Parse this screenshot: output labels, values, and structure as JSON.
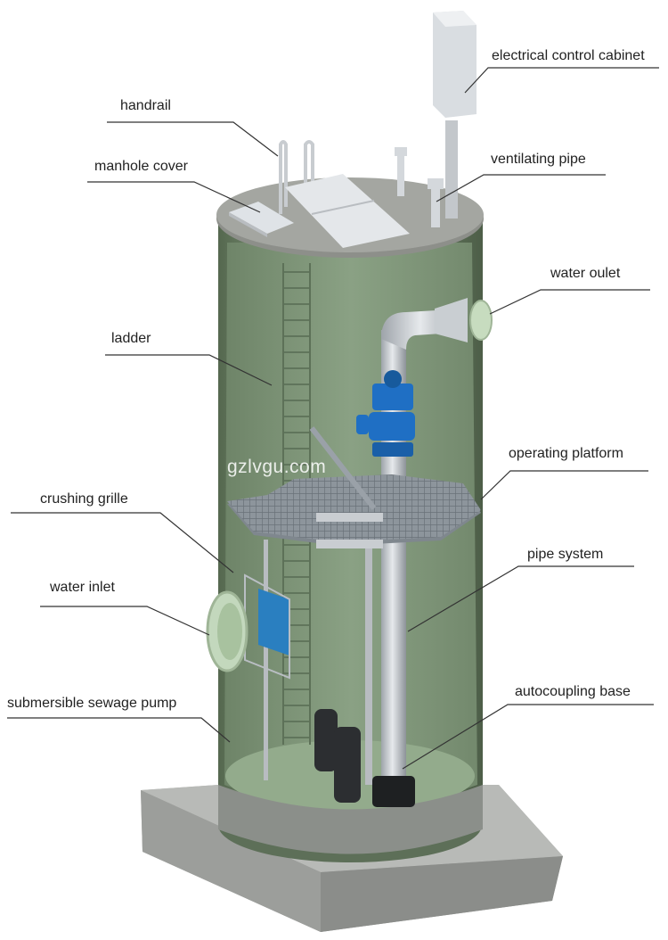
{
  "labels": {
    "electrical_control_cabinet": "electrical control cabinet",
    "handrail": "handrail",
    "ventilating_pipe": "ventilating pipe",
    "manhole_cover": "manhole cover",
    "water_outlet": "water oulet",
    "ladder": "ladder",
    "operating_platform": "operating platform",
    "crushing_grille": "crushing grille",
    "pipe_system": "pipe system",
    "water_inlet": "water inlet",
    "autocoupling_base": "autocoupling base",
    "submersible_sewage_pump": "submersible sewage pump"
  },
  "watermark": "gzlvgu.com",
  "colors": {
    "tank_wall": "#6f8469",
    "tank_interior": "#82997c",
    "lid": "#8f918c",
    "base_slab": "#a4a6a3",
    "valve_blue": "#1f6fc4",
    "grille_blue": "#2a7fc0",
    "pipe_gray": "#c7cbcf",
    "pump_dark": "#2c2e31",
    "leader_line": "#333333"
  }
}
